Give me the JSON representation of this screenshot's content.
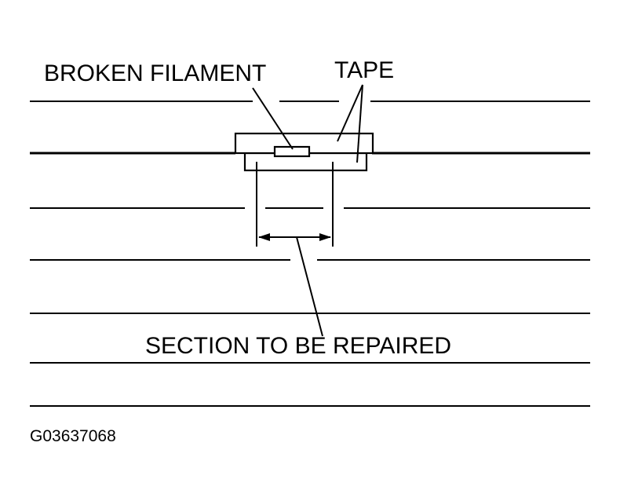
{
  "labels": {
    "broken_filament": "BROKEN FILAMENT",
    "tape": "TAPE",
    "section": "SECTION TO BE REPAIRED",
    "figure_code": "G03637068"
  }
}
